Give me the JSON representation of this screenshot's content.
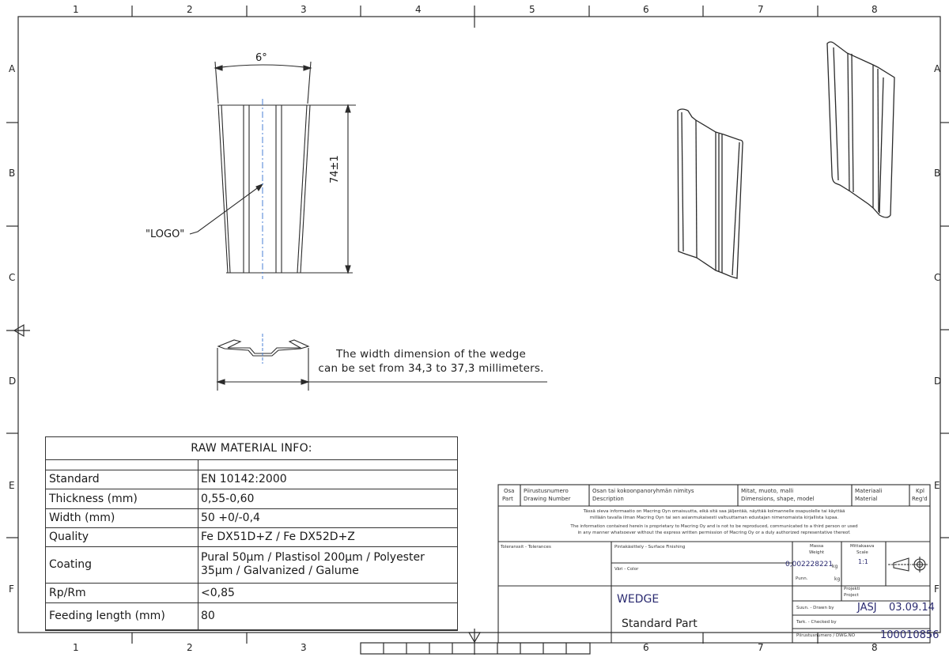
{
  "frame": {
    "columns": [
      "1",
      "2",
      "3",
      "4",
      "5",
      "6",
      "7",
      "8"
    ],
    "rows": [
      "A",
      "B",
      "C",
      "D",
      "E",
      "F"
    ]
  },
  "front_view": {
    "angle_dim": "6°",
    "height_dim": "74±1",
    "logo_callout": "\"LOGO\""
  },
  "section_view": {
    "note_line1": "The width dimension of the wedge",
    "note_line2": "can be set from 34,3 to 37,3 millimeters."
  },
  "raw_material": {
    "title": "RAW MATERIAL INFO:",
    "rows": [
      {
        "label": "Standard",
        "value": "EN 10142:2000"
      },
      {
        "label": "Thickness (mm)",
        "value": "0,55-0,60"
      },
      {
        "label": "Width (mm)",
        "value": "50 +0/-0,4"
      },
      {
        "label": "Quality",
        "value": "Fe DX51D+Z / Fe DX52D+Z"
      },
      {
        "label": "Coating",
        "value": "Pural 50µm / Plastisol 200µm / Polyester",
        "value2": "35µm / Galvanized / Galume"
      },
      {
        "label": "Rp/Rm",
        "value": "<0,85"
      },
      {
        "label": "Feeding length (mm)",
        "value": "80"
      }
    ]
  },
  "title_block": {
    "header": {
      "osa": "Osa",
      "part": "Part",
      "piirustusnumero": "Piirustusnumero",
      "drawing_number": "Drawing Number",
      "osan_nimitys": "Osan tai kokoonpanoryhmän nimitys",
      "description": "Description",
      "mitat": "Mitat, muoto, malli",
      "dimensions": "Dimensions, shape, model",
      "materiaali": "Materiaali",
      "material": "Material",
      "kpl": "Kpl",
      "reqd": "Reg'd"
    },
    "legal": {
      "fi_line1": "Tässä oleva informaatio on Macring Oyn omaisuutta, eikä sitä saa jäljentää, näyttää kolmannelle osapuolelle tai käyttää",
      "fi_line2": "millään tavalla ilman Macring Oyn tai sen asianmukaisesti valtuuttaman edustajan nimenomaista kirjallista lupaa.",
      "en_line1": "The information contained herein is proprietary to Macring Oy and is not to be reproduced, communicated to a third person or used",
      "en_line2": "in any manner whatsoever without the express written permission of Macring Oy or a duly authorized representative thereof."
    },
    "tolerances_label": "Toleranssit - Tolerances",
    "surface_label": "Pintakäsittely - Surface Finishing",
    "color_label": "Väri - Color",
    "mass_label": "Massa",
    "weight_label": "Weight",
    "weight_value": "0,002228221",
    "weight_unit": "kg",
    "punn_label": "Punn.",
    "punn_unit": "kg",
    "scale_label_fi": "Mittakaava",
    "scale_label": "Scale",
    "scale_value": "1:1",
    "project_fi": "Projekti",
    "project": "Project",
    "part_name": "WEDGE",
    "part_type": "Standard Part",
    "drawn_by_label": "Suun. - Drawn by",
    "drawn_by": "JASJ",
    "drawn_date": "03.09.14",
    "checked_by_label": "Tark. - Checked by",
    "dwg_no_label": "Piirustusnumero / DWG.NO",
    "dwg_no": "100010856"
  },
  "colors": {
    "line": "#2b2b2b",
    "centerline": "#4a7fd4",
    "blue_text": "#2a2a70"
  }
}
